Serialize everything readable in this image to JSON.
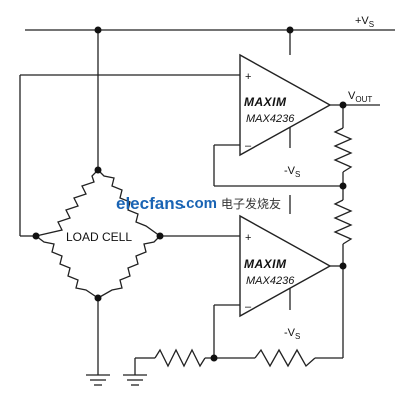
{
  "supply": {
    "positive": "+V",
    "positive_sub": "S",
    "negative": "-V",
    "negative_sub": "S"
  },
  "output": {
    "label": "V",
    "sub": "OUT"
  },
  "amp_top": {
    "brand": "MAXIM",
    "part": "MAX4236",
    "plus": "+",
    "minus": "–"
  },
  "amp_bottom": {
    "brand": "MAXIM",
    "part": "MAX4236",
    "plus": "+",
    "minus": "–"
  },
  "bridge": {
    "label": "LOAD CELL"
  },
  "watermark": {
    "site": "elecfans",
    "domain": ".com",
    "chinese": "电子发烧友"
  }
}
